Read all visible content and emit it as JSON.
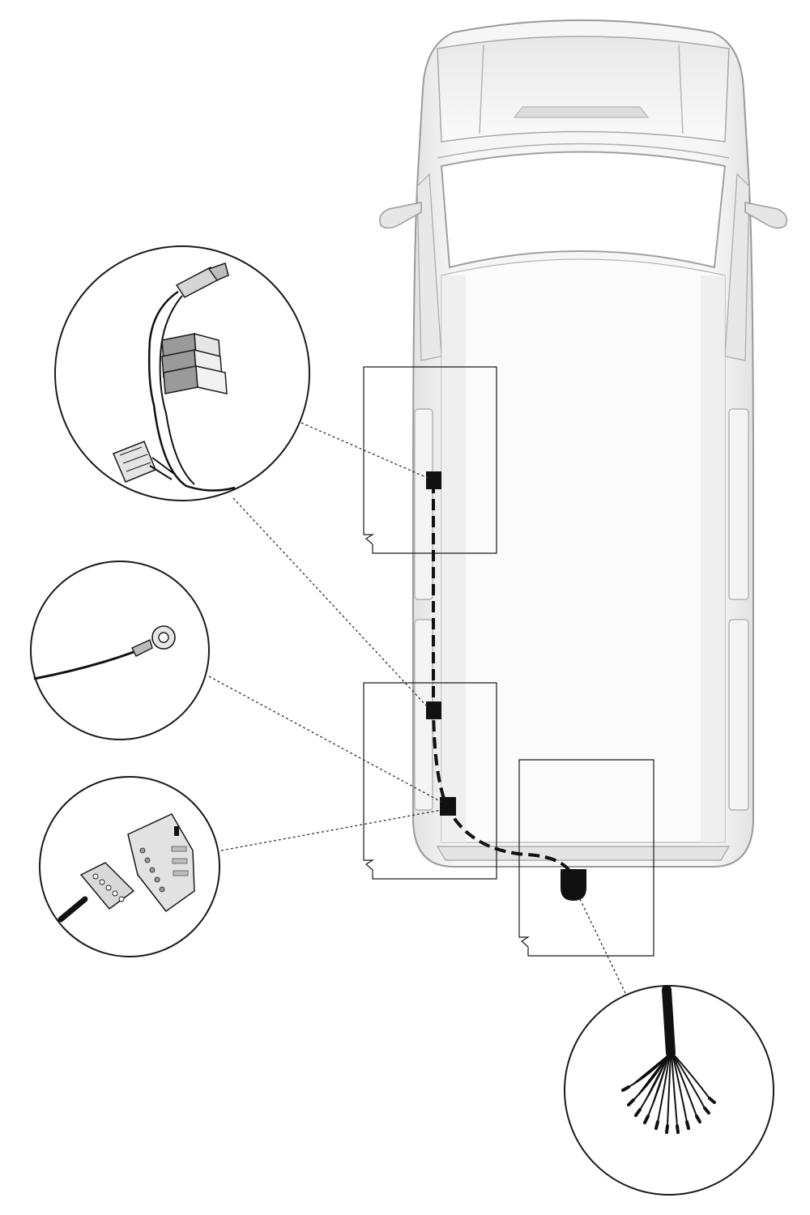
{
  "diagram": {
    "subject": "towbar-wiring-kit-installation",
    "colors": {
      "outline": "#1a1a1a",
      "vehicle_fill": "#f2f2f2",
      "vehicle_shade": "#d9d9d9",
      "vehicle_edge": "#9a9a9a",
      "cable": "#111111",
      "connector_grey": "#cfcfcf"
    },
    "detail_callouts": [
      {
        "id": "rear-light-plug-connectors",
        "icon": "relay-connector-cluster-icon"
      },
      {
        "id": "ground-ring-terminal",
        "icon": "ring-terminal-icon"
      },
      {
        "id": "multi-pin-plug-and-socket",
        "icon": "multi-pin-connector-icon"
      },
      {
        "id": "stripped-loose-wires",
        "icon": "loose-wire-bundle-icon"
      }
    ]
  }
}
